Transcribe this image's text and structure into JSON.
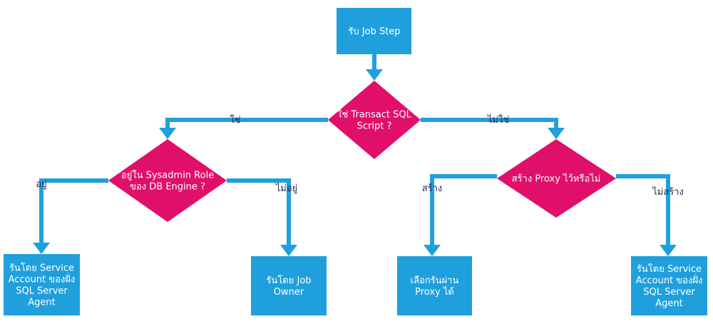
{
  "colors": {
    "box": "#1fa0dd",
    "decision": "#e0106a",
    "arrow": "#1fa0dd",
    "label": "#2b2b55"
  },
  "nodes": {
    "start": [
      "รับ Job Step"
    ],
    "decision_transact": [
      "ใช่ Transact SQL",
      "Script ?"
    ],
    "decision_sysadmin": [
      "อยู่ใน Sysadmin Role",
      "ของ DB Engine ?"
    ],
    "decision_proxy": [
      "สร้าง Proxy ไว้หรือไม่"
    ],
    "box_service_left": [
      "รันโดย Service",
      "Account ของฝั่ง",
      "SQL Server",
      "Agent"
    ],
    "box_job_owner": [
      "รันโดย Job",
      "Owner"
    ],
    "box_proxy": [
      "เลือกรันผ่าน",
      "Proxy ได้"
    ],
    "box_service_right": [
      "รันโดย Service",
      "Account ของฝั่ง",
      "SQL Server",
      "Agent"
    ]
  },
  "edges": {
    "yes": "ใช่",
    "no": "ไม่ใช่",
    "in_role": "อยู่",
    "not_in_role": "ไม่อยู่",
    "created": "สร้าง",
    "not_created": "ไม่สร้าง"
  }
}
